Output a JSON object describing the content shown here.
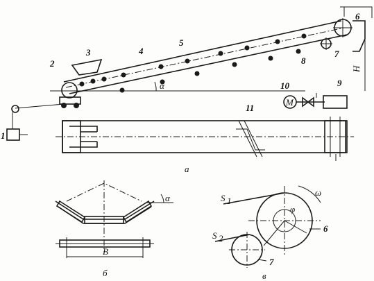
{
  "labels": {
    "l1": "1",
    "l2": "2",
    "l3": "3",
    "l4": "4",
    "l5": "5",
    "l6": "6",
    "l7": "7",
    "l8": "8",
    "l9": "9",
    "l10": "10",
    "l11": "11",
    "alpha_a": "α",
    "height": "H",
    "motor": "M",
    "alpha_b": "α",
    "width_b": "B",
    "s1": "S",
    "s1_sub": "1",
    "s2": "S",
    "s2_sub": "2",
    "omega": "ω",
    "phi": "φ",
    "l6c": "6",
    "l7c": "7"
  },
  "captions": {
    "a": "а",
    "b": "б",
    "c": "в"
  }
}
